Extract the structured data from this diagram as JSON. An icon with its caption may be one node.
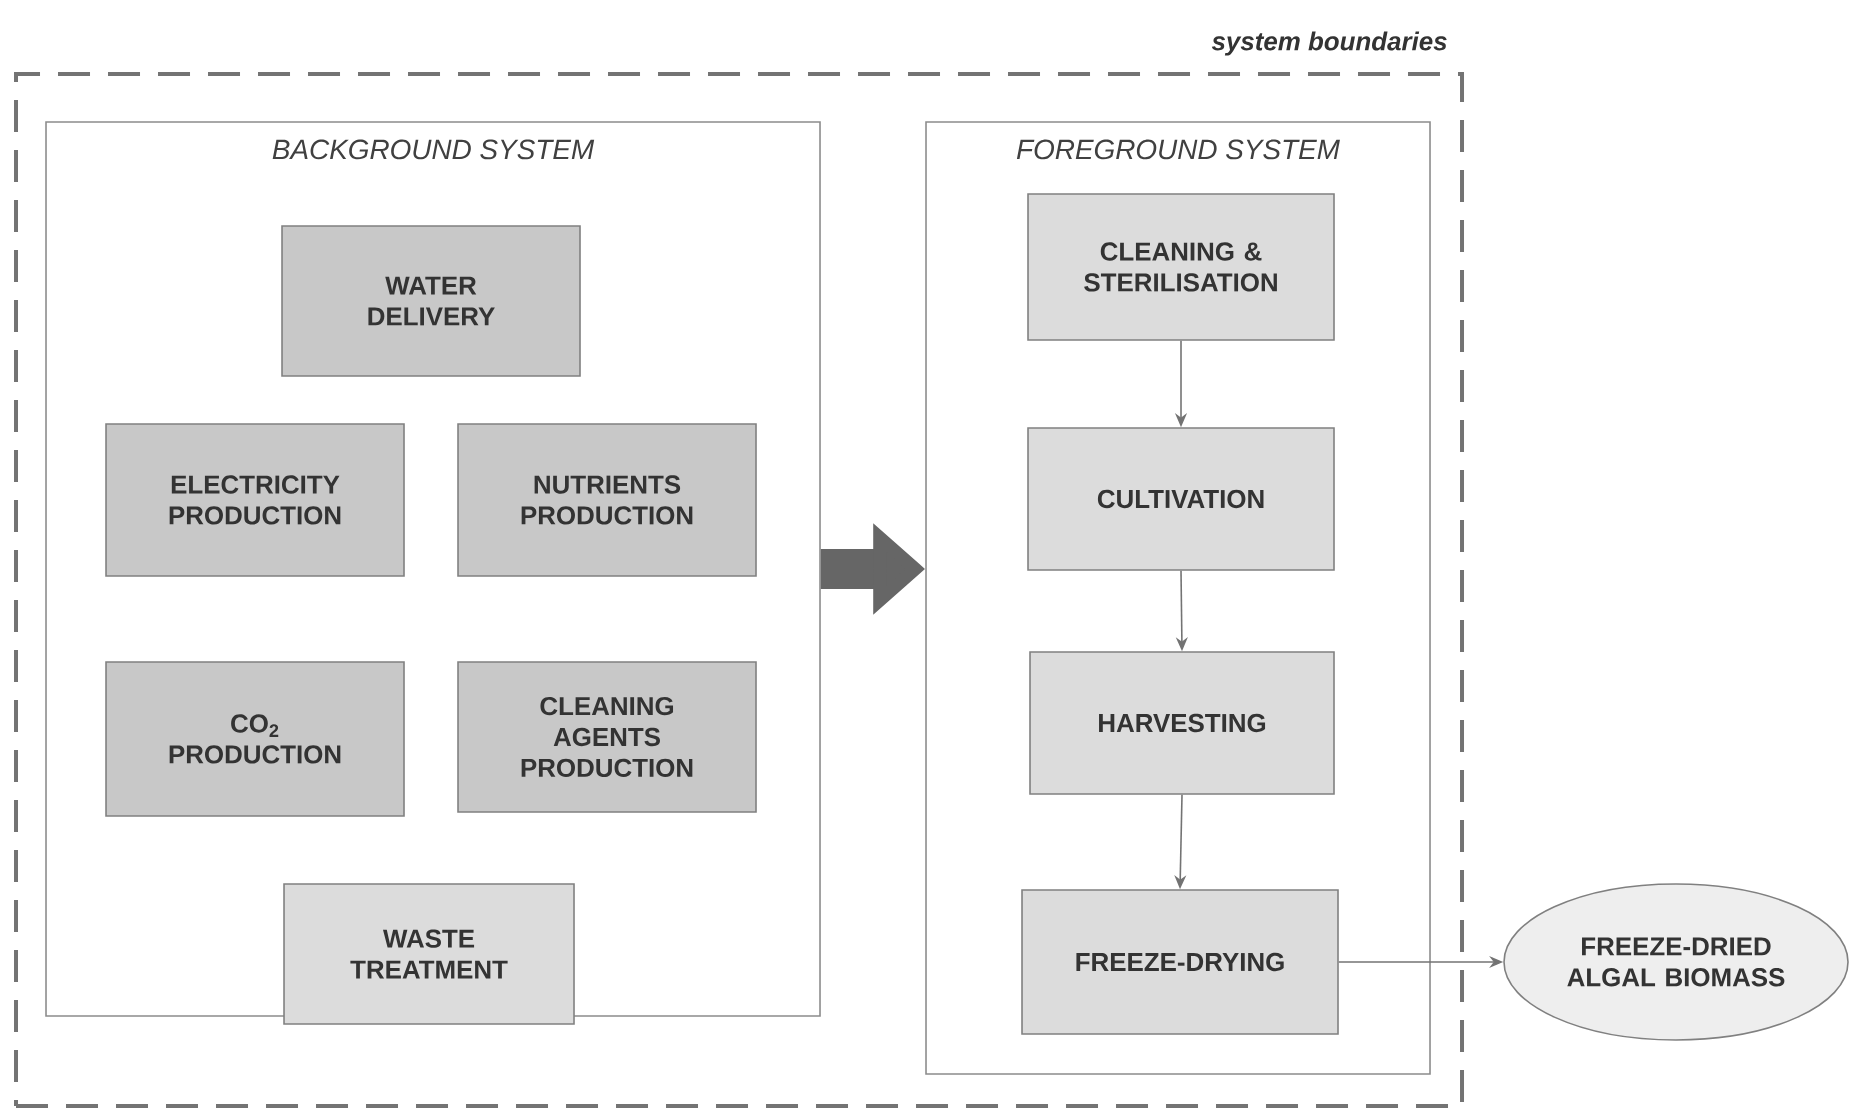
{
  "diagram": {
    "nodes": [
      {
        "text": [
          "system boundaries"
        ]
      },
      {
        "text": [
          "BACKGROUND SYSTEM"
        ],
        "in": 0
      },
      {
        "text": [
          "WATER DELIVERY"
        ],
        "in": 1
      },
      {
        "text": [
          "ELECTRICITY PRODUCTION"
        ],
        "in": 1
      },
      {
        "text": [
          "NUTRIENTS PRODUCTION"
        ],
        "in": 1
      },
      {
        "text": [
          "CO$_{2}$ PRODUCTION"
        ],
        "in": 1
      },
      {
        "text": [
          "CLEANING AGENTS PRODUCTION"
        ],
        "in": 1
      },
      {
        "text": [
          "WASTE TREATMENT"
        ],
        "in": 1
      },
      {
        "text": [
          "FOREGROUND SYSTEM"
        ],
        "in": 0
      },
      {
        "text": [
          "CLEANING & STERILISATION"
        ],
        "in": 8
      },
      {
        "text": [
          "CULTIVATION"
        ],
        "in": 8
      },
      {
        "text": [
          "HARVESTING"
        ],
        "in": 8
      },
      {
        "text": [
          "FREEZE-DRYING"
        ],
        "in": 8
      },
      {
        "text": [
          "FREEZE-DRIED ALGAL BIOMASS"
        ]
      }
    ],
    "edges": [
      {
        "from": 1,
        "to": 8,
        "arrow": "to",
        "style": "thick",
        "color": "#666666"
      },
      {
        "from": 9,
        "to": 10,
        "arrow": "to"
      },
      {
        "from": 10,
        "to": 11,
        "arrow": "to"
      },
      {
        "from": 11,
        "to": 12,
        "arrow": "to"
      },
      {
        "from": 12,
        "to": 13,
        "arrow": "to"
      }
    ]
  }
}
